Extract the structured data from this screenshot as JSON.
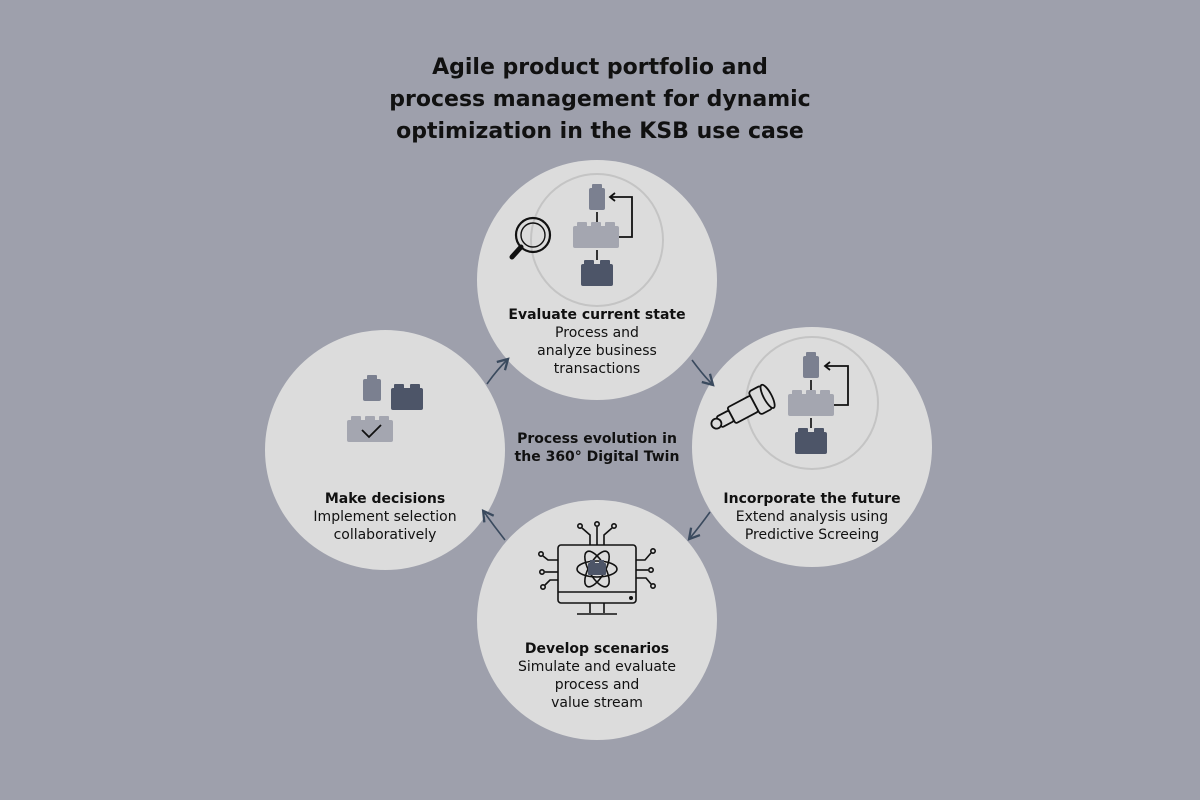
{
  "title": {
    "line1": "Agile product portfolio and",
    "line2": "process management for dynamic",
    "line3": "optimization in the KSB use case"
  },
  "center": {
    "line1": "Process evolution in",
    "line2": "the 360° Digital Twin"
  },
  "steps": [
    {
      "heading": "Evaluate current state",
      "lines": [
        "Process and",
        "analyze business",
        "transactions"
      ],
      "icon": "magnifier-blocks-icon"
    },
    {
      "heading": "Incorporate the future",
      "lines": [
        "Extend analysis using",
        "Predictive Screeing"
      ],
      "icon": "telescope-blocks-icon"
    },
    {
      "heading": "Develop scenarios",
      "lines": [
        "Simulate and evaluate",
        "process and",
        "value stream"
      ],
      "icon": "monitor-circuit-icon"
    },
    {
      "heading": "Make decisions",
      "lines": [
        "Implement selection",
        "collaboratively"
      ],
      "icon": "blocks-check-icon"
    }
  ],
  "colors": {
    "background": "#9ea0ac",
    "circle": "#dcdcdc",
    "block_dark": "#4d5568",
    "block_mid": "#7b8090",
    "block_light": "#a4a6b0",
    "arrow": "#3a4a5e"
  }
}
